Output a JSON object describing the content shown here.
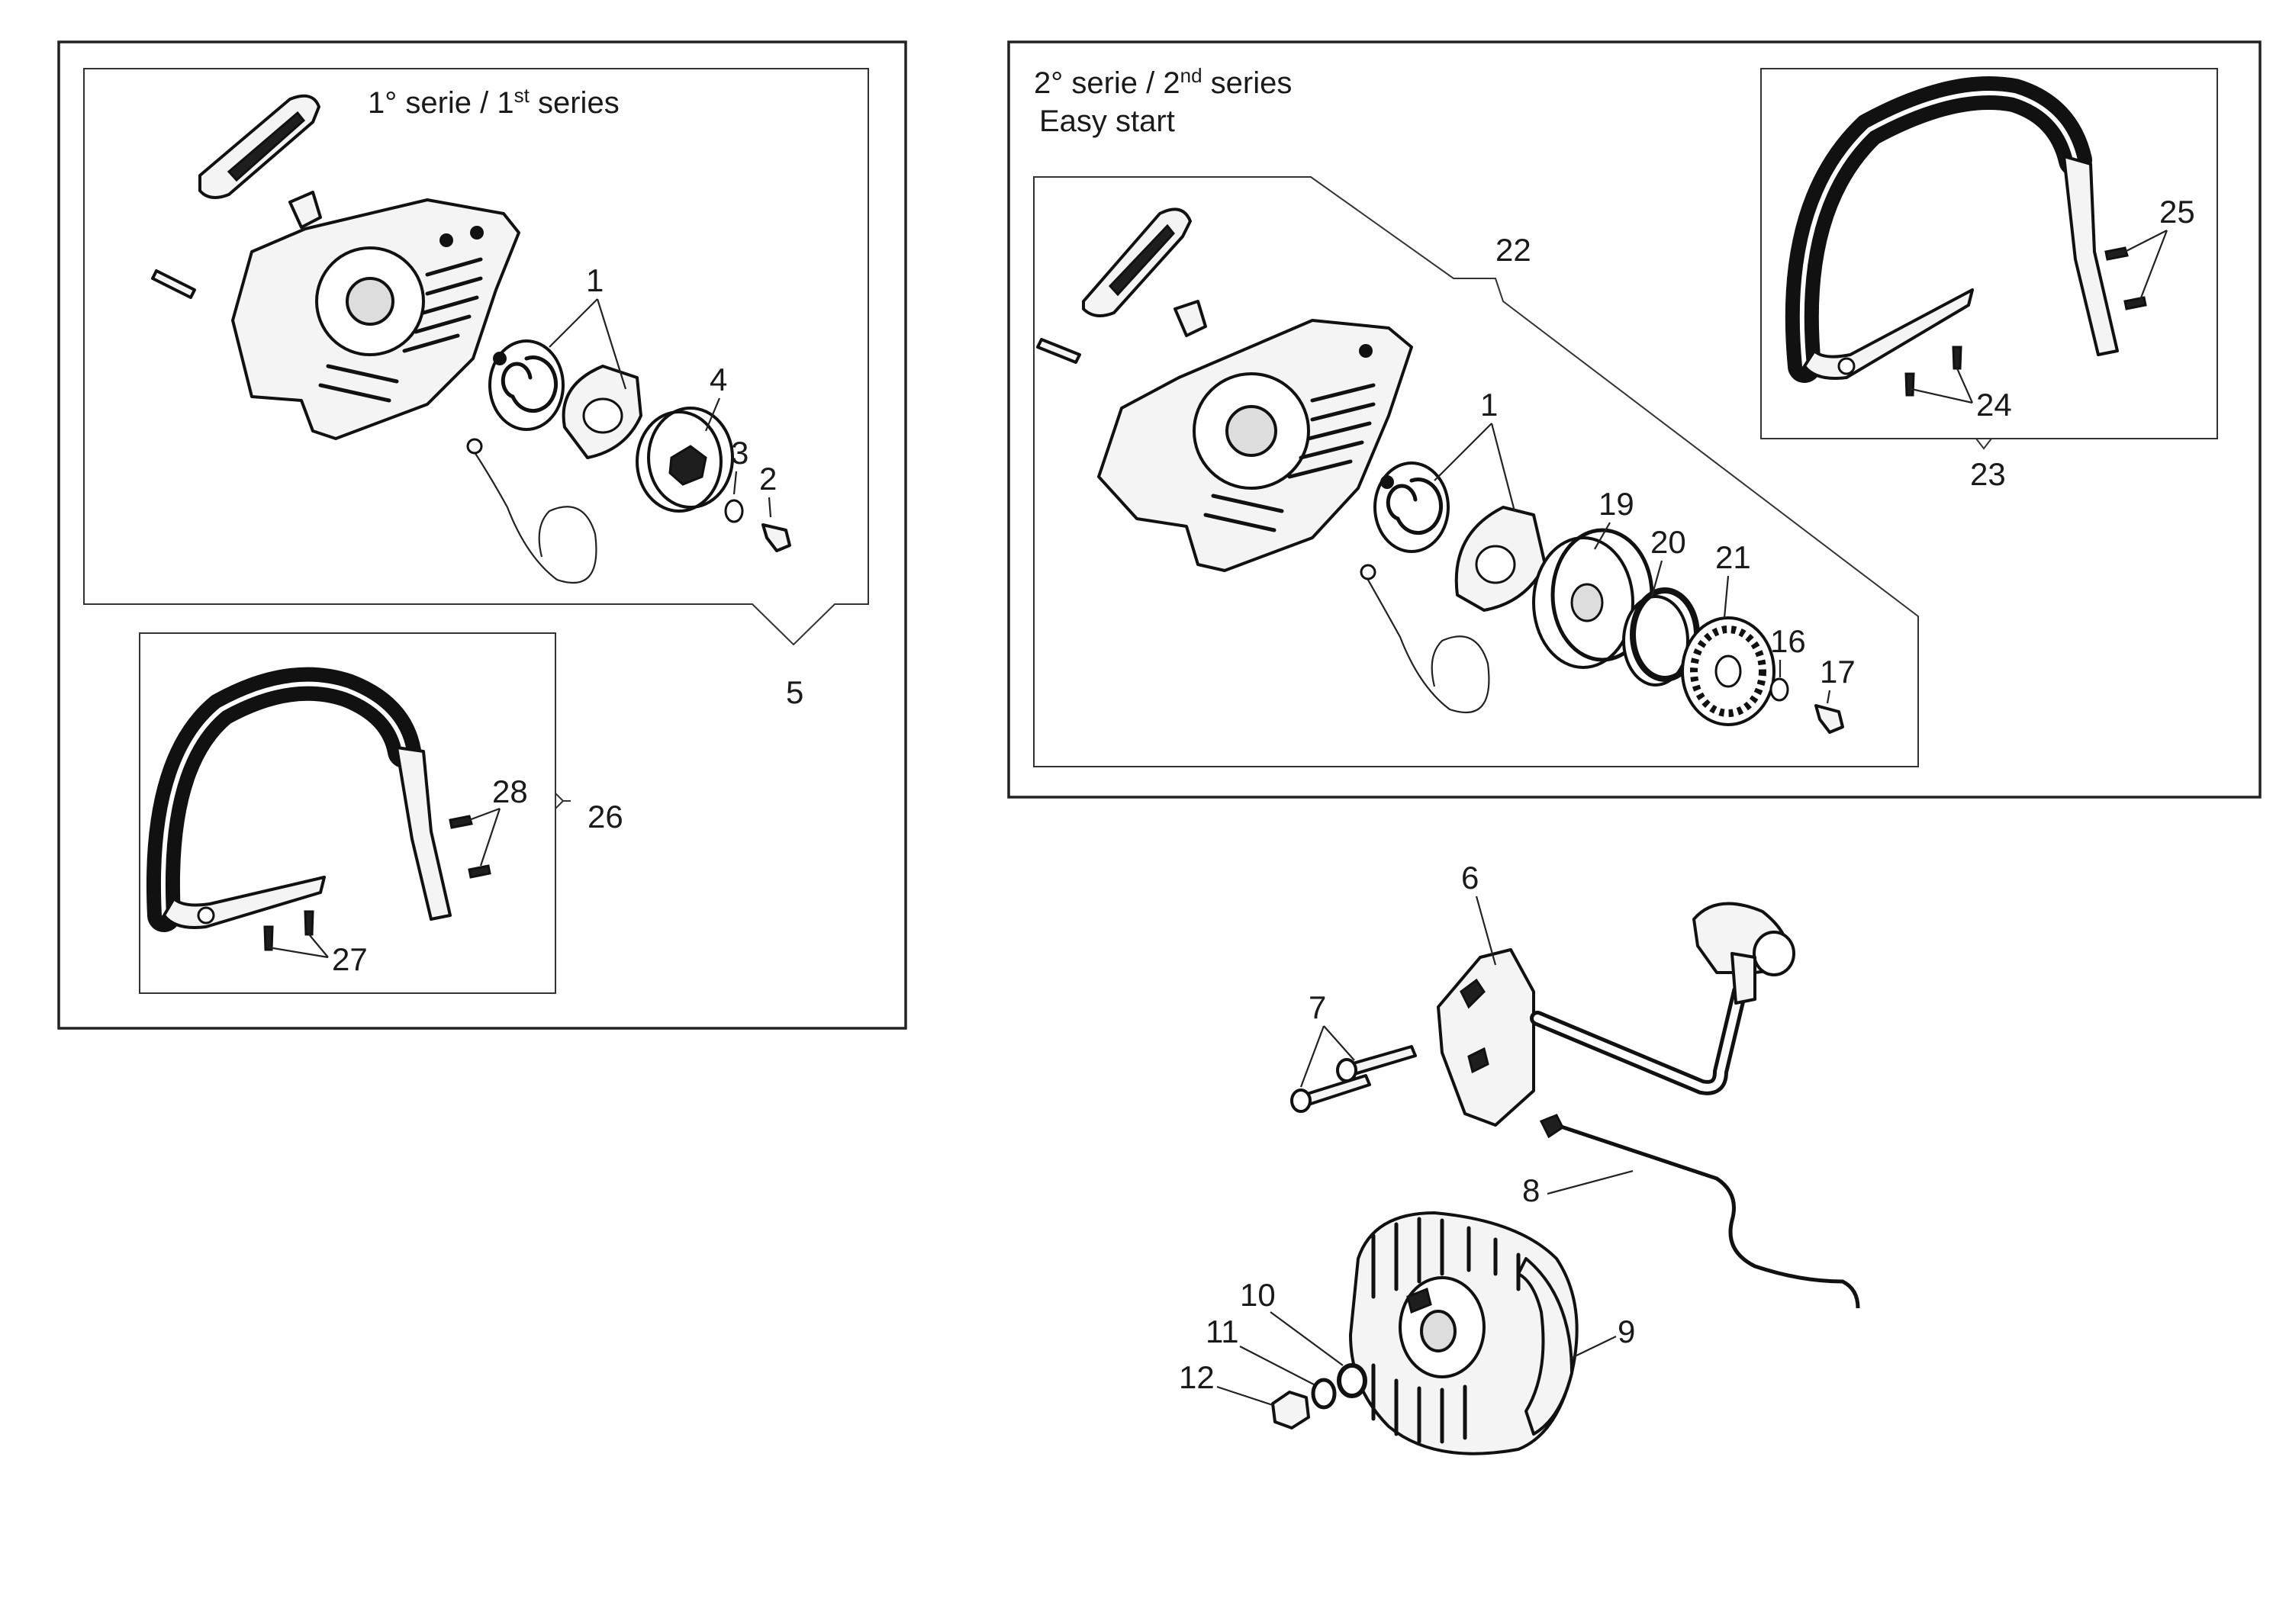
{
  "series1": {
    "label": "1° serie / 1",
    "label_sup": "st",
    "label_tail": " series"
  },
  "series2": {
    "line1": "2° serie / 2",
    "line1_sup": "nd",
    "line1_tail": " series",
    "line2": "Easy start"
  },
  "callouts": {
    "c1a": "1",
    "c2": "2",
    "c3": "3",
    "c4": "4",
    "c5": "5",
    "c26": "26",
    "c27": "27",
    "c28": "28",
    "c22": "22",
    "c1b": "1",
    "c19": "19",
    "c20": "20",
    "c21": "21",
    "c16": "16",
    "c17": "17",
    "c23": "23",
    "c24": "24",
    "c25": "25",
    "c6": "6",
    "c7": "7",
    "c8": "8",
    "c9": "9",
    "c10": "10",
    "c11": "11",
    "c12": "12"
  }
}
